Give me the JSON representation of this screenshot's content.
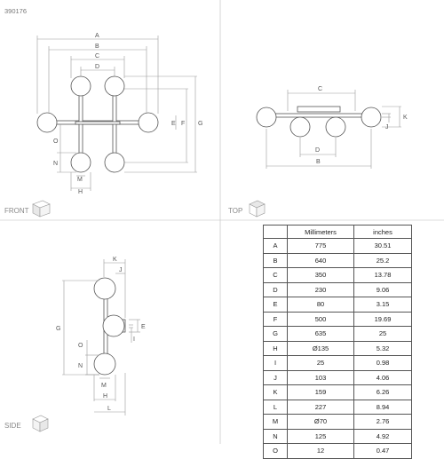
{
  "article_number": "390176",
  "views": {
    "front": "FRONT",
    "top": "TOP",
    "side": "SIDE"
  },
  "front_labels": [
    "A",
    "B",
    "C",
    "D",
    "E",
    "F",
    "G",
    "O",
    "N",
    "M",
    "H"
  ],
  "top_labels": [
    "C",
    "J",
    "K",
    "D",
    "B"
  ],
  "side_labels": [
    "K",
    "J",
    "G",
    "E",
    "I",
    "O",
    "N",
    "M",
    "H",
    "L"
  ],
  "table": {
    "headers": [
      "",
      "Millimeters",
      "inches"
    ],
    "rows": [
      {
        "label": "A",
        "mm": "775",
        "in": "30.51"
      },
      {
        "label": "B",
        "mm": "640",
        "in": "25.2"
      },
      {
        "label": "C",
        "mm": "350",
        "in": "13.78"
      },
      {
        "label": "D",
        "mm": "230",
        "in": "9.06"
      },
      {
        "label": "E",
        "mm": "80",
        "in": "3.15"
      },
      {
        "label": "F",
        "mm": "500",
        "in": "19.69"
      },
      {
        "label": "G",
        "mm": "635",
        "in": "25"
      },
      {
        "label": "H",
        "mm": "Ø135",
        "in": "5.32"
      },
      {
        "label": "I",
        "mm": "25",
        "in": "0.98"
      },
      {
        "label": "J",
        "mm": "103",
        "in": "4.06"
      },
      {
        "label": "K",
        "mm": "159",
        "in": "6.26"
      },
      {
        "label": "L",
        "mm": "227",
        "in": "8.94"
      },
      {
        "label": "M",
        "mm": "Ø70",
        "in": "2.76"
      },
      {
        "label": "N",
        "mm": "125",
        "in": "4.92"
      },
      {
        "label": "O",
        "mm": "12",
        "in": "0.47"
      }
    ]
  }
}
